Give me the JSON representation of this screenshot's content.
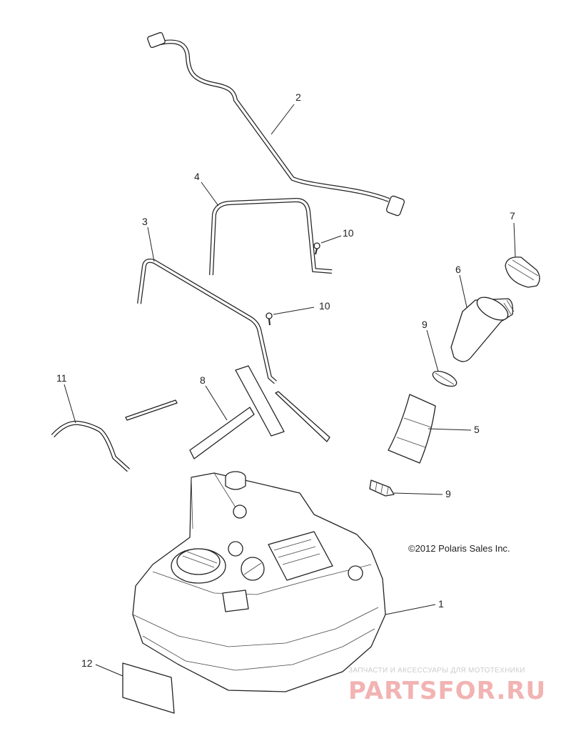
{
  "callouts": {
    "c1": "1",
    "c2": "2",
    "c3": "3",
    "c4": "4",
    "c5": "5",
    "c6": "6",
    "c7": "7",
    "c8": "8",
    "c9a": "9",
    "c9b": "9",
    "c10a": "10",
    "c10b": "10",
    "c11": "11",
    "c12": "12"
  },
  "copyright": "©2012 Polaris Sales Inc.",
  "watermark": {
    "tagline": "ЗАПЧАСТИ И АКСЕССУАРЫ ДЛЯ МОТОТЕХНИКИ",
    "brand": "PARTSFOR.RU"
  },
  "colors": {
    "ink": "#222222",
    "watermark": "#f2b3b3"
  }
}
